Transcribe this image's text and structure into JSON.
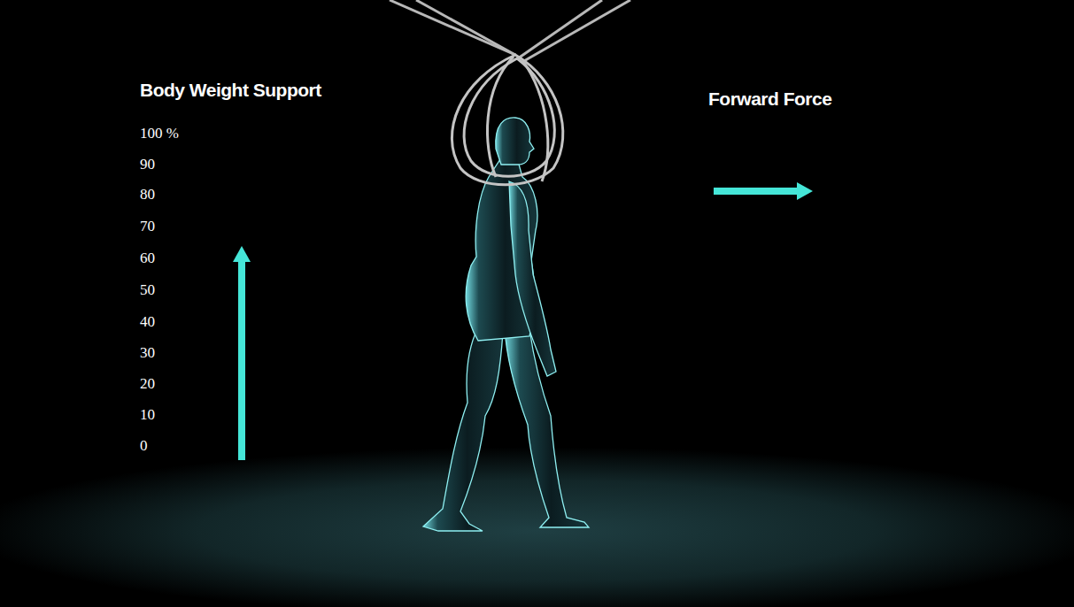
{
  "diagram": {
    "labels": [
      "Body Weight Support",
      "100 %",
      "90",
      "80",
      "70",
      "60",
      "50",
      "40",
      "30",
      "20",
      "10",
      "0",
      "Forward Force"
    ]
  }
}
